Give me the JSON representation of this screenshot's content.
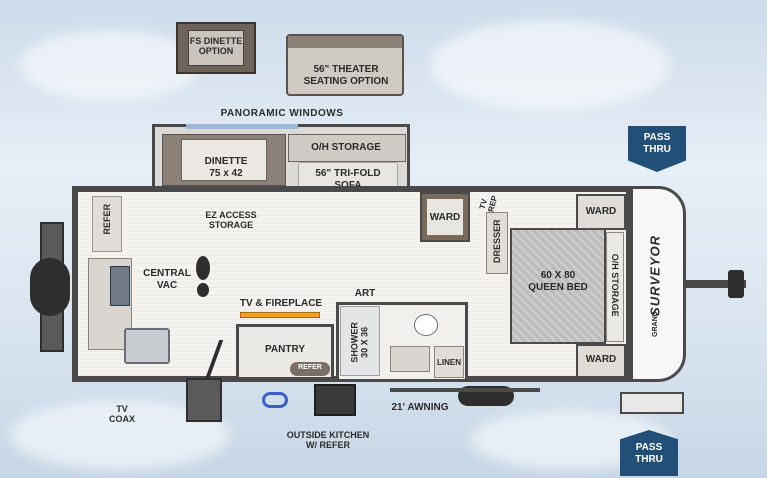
{
  "options": {
    "dinette": "FS DINETTE\nOPTION",
    "theater": "56\" THEATER\nSEATING OPTION"
  },
  "labels": {
    "panoramic": "PANORAMIC WINDOWS",
    "oh_storage_top": "O/H STORAGE",
    "dinette": "DINETTE\n75 x 42",
    "sofa": "56\" TRI-FOLD\nSOFA",
    "ez_access": "EZ ACCESS\nSTORAGE",
    "refer": "REFER",
    "central_vac": "CENTRAL\nVAC",
    "tv_fireplace": "TV & FIREPLACE",
    "art": "ART",
    "pantry": "PANTRY",
    "refer_small": "REFER",
    "shower": "SHOWER\n30 X 36",
    "linen": "LINEN",
    "ward_left": "WARD",
    "tv_prep": "TV\nPREP",
    "dresser": "DRESSER",
    "ward_top": "WARD",
    "ward_bottom": "WARD",
    "queen_bed": "60 X 80\nQUEEN BED",
    "oh_storage_right": "O/H STORAGE",
    "brand_small": "GRAND",
    "brand": "SURVEYOR",
    "tv_coax": "TV\nCOAX",
    "outside_kitchen": "OUTSIDE KITCHEN\nW/ REFER",
    "awning": "21' AWNING",
    "pass_thru_top": "PASS\nTHRU",
    "pass_thru_bottom": "PASS\nTHRU"
  },
  "colors": {
    "floor": "#f3f2ef",
    "wall": "#4a4a4a",
    "cabinet": "#7a6a5c",
    "badge": "#214f78",
    "fireplace": "#f0a020"
  }
}
